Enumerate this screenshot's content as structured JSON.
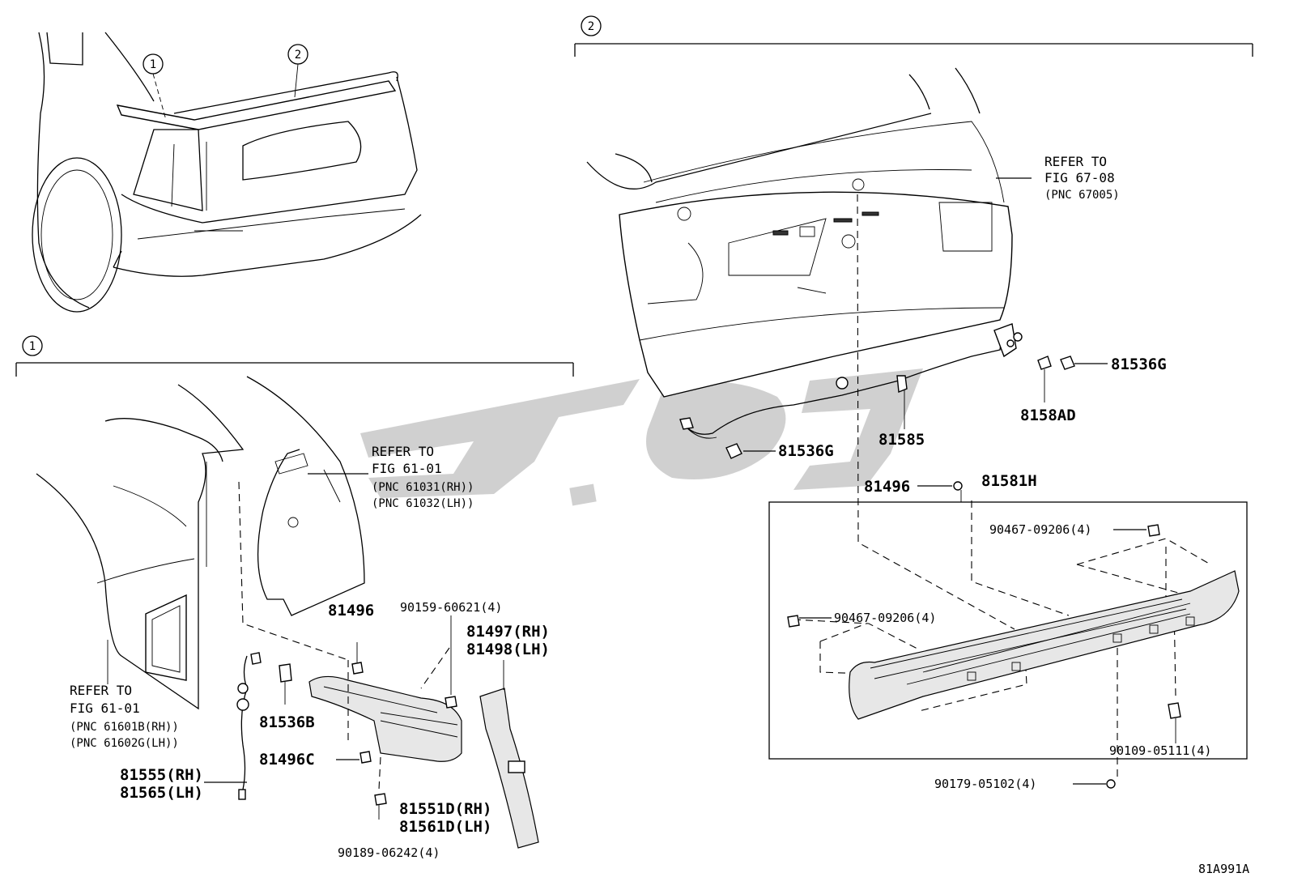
{
  "diagram_code": "81A991A",
  "section_markers": [
    "1",
    "2"
  ],
  "callouts": {
    "refer_fig_67_08": {
      "line1": "REFER TO",
      "line2": "FIG 67-08",
      "line3": "(PNC 67005)"
    },
    "refer_fig_61_01_top": {
      "line1": "REFER TO",
      "line2": "FIG 61-01",
      "line3": "(PNC 61031(RH))",
      "line4": "(PNC 61032(LH))"
    },
    "refer_fig_61_01_left": {
      "line1": "REFER TO",
      "line2": "FIG 61-01",
      "line3": "(PNC 61601B(RH))",
      "line4": "(PNC 61602G(LH))"
    }
  },
  "parts": {
    "p81536G_a": "81536G",
    "p8158AD": "8158AD",
    "p81536G_b": "81536G",
    "p81585": "81585",
    "p81496_a": "81496",
    "p81581H": "81581H",
    "p90467_a": "90467-09206(4)",
    "p90467_b": "90467-09206(4)",
    "p90109": "90109-05111(4)",
    "p90179": "90179-05102(4)",
    "p90159": "90159-60621(4)",
    "p81496_b": "81496",
    "p81497": "81497(RH)",
    "p81498": "81498(LH)",
    "p81536B": "81536B",
    "p81496C": "81496C",
    "p81555": "81555(RH)",
    "p81565": "81565(LH)",
    "p81551D": "81551D(RH)",
    "p81561D": "81561D(LH)",
    "p90189": "90189-06242(4)"
  }
}
